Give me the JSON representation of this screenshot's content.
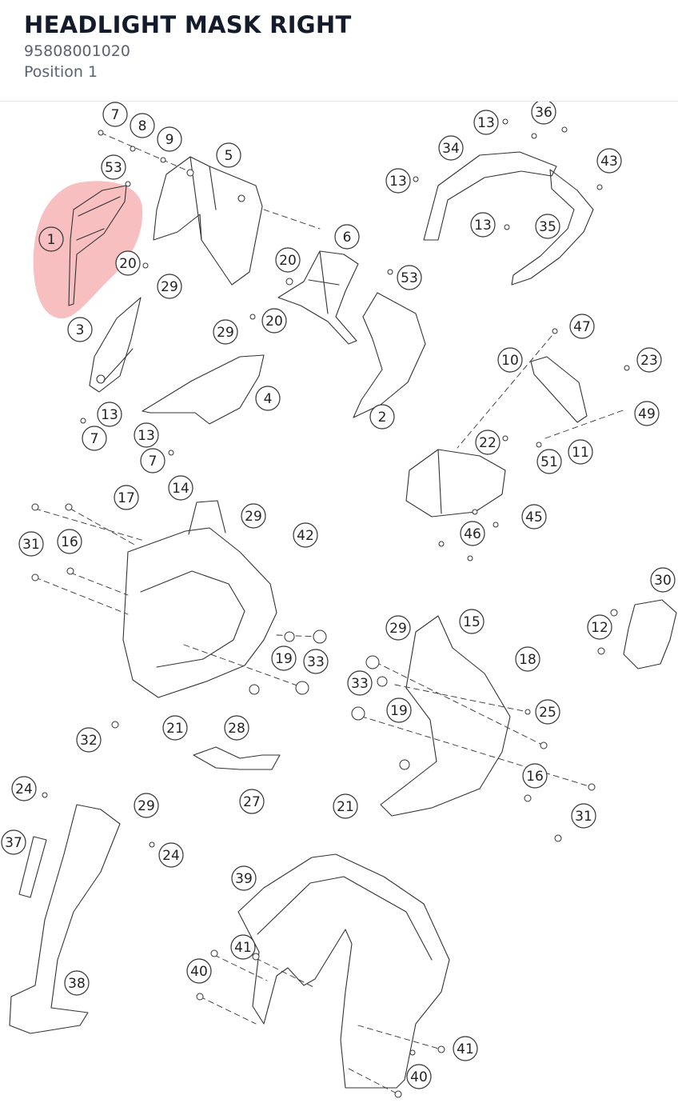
{
  "header": {
    "title": "HEADLIGHT MASK RIGHT",
    "part_number": "95808001020",
    "position": "Position 1"
  },
  "diagram": {
    "highlight_color": "#f08a8a",
    "highlighted_callout": "1",
    "callouts": [
      {
        "id": "c1",
        "label": "7"
      },
      {
        "id": "c2",
        "label": "8"
      },
      {
        "id": "c3",
        "label": "9"
      },
      {
        "id": "c4",
        "label": "53"
      },
      {
        "id": "c5",
        "label": "5"
      },
      {
        "id": "c6",
        "label": "1"
      },
      {
        "id": "c7",
        "label": "20"
      },
      {
        "id": "c8",
        "label": "29"
      },
      {
        "id": "c9",
        "label": "3"
      },
      {
        "id": "c10",
        "label": "29"
      },
      {
        "id": "c11",
        "label": "20"
      },
      {
        "id": "c12",
        "label": "4"
      },
      {
        "id": "c13",
        "label": "13"
      },
      {
        "id": "c14",
        "label": "7"
      },
      {
        "id": "c15",
        "label": "13"
      },
      {
        "id": "c16",
        "label": "7"
      },
      {
        "id": "c17",
        "label": "6"
      },
      {
        "id": "c18",
        "label": "20"
      },
      {
        "id": "c19",
        "label": "53"
      },
      {
        "id": "c20",
        "label": "2"
      },
      {
        "id": "c21",
        "label": "13"
      },
      {
        "id": "c22",
        "label": "36"
      },
      {
        "id": "c23",
        "label": "34"
      },
      {
        "id": "c24",
        "label": "13"
      },
      {
        "id": "c25",
        "label": "43"
      },
      {
        "id": "c26",
        "label": "13"
      },
      {
        "id": "c27",
        "label": "35"
      },
      {
        "id": "c28",
        "label": "47"
      },
      {
        "id": "c29",
        "label": "10"
      },
      {
        "id": "c30",
        "label": "23"
      },
      {
        "id": "c31",
        "label": "49"
      },
      {
        "id": "c32",
        "label": "22"
      },
      {
        "id": "c33",
        "label": "11"
      },
      {
        "id": "c34",
        "label": "51"
      },
      {
        "id": "c35",
        "label": "45"
      },
      {
        "id": "c36",
        "label": "46"
      },
      {
        "id": "c37",
        "label": "17"
      },
      {
        "id": "c38",
        "label": "14"
      },
      {
        "id": "c39",
        "label": "29"
      },
      {
        "id": "c40",
        "label": "42"
      },
      {
        "id": "c41",
        "label": "31"
      },
      {
        "id": "c42",
        "label": "16"
      },
      {
        "id": "c43",
        "label": "30"
      },
      {
        "id": "c44",
        "label": "12"
      },
      {
        "id": "c45",
        "label": "29"
      },
      {
        "id": "c46",
        "label": "15"
      },
      {
        "id": "c47",
        "label": "18"
      },
      {
        "id": "c48",
        "label": "19"
      },
      {
        "id": "c49",
        "label": "33"
      },
      {
        "id": "c50",
        "label": "33"
      },
      {
        "id": "c51",
        "label": "19"
      },
      {
        "id": "c52",
        "label": "25"
      },
      {
        "id": "c53",
        "label": "21"
      },
      {
        "id": "c54",
        "label": "28"
      },
      {
        "id": "c55",
        "label": "32"
      },
      {
        "id": "c56",
        "label": "24"
      },
      {
        "id": "c57",
        "label": "29"
      },
      {
        "id": "c58",
        "label": "27"
      },
      {
        "id": "c59",
        "label": "16"
      },
      {
        "id": "c60",
        "label": "21"
      },
      {
        "id": "c61",
        "label": "31"
      },
      {
        "id": "c62",
        "label": "37"
      },
      {
        "id": "c63",
        "label": "24"
      },
      {
        "id": "c64",
        "label": "39"
      },
      {
        "id": "c65",
        "label": "41"
      },
      {
        "id": "c66",
        "label": "40"
      },
      {
        "id": "c67",
        "label": "38"
      },
      {
        "id": "c68",
        "label": "41"
      },
      {
        "id": "c69",
        "label": "40"
      }
    ]
  }
}
